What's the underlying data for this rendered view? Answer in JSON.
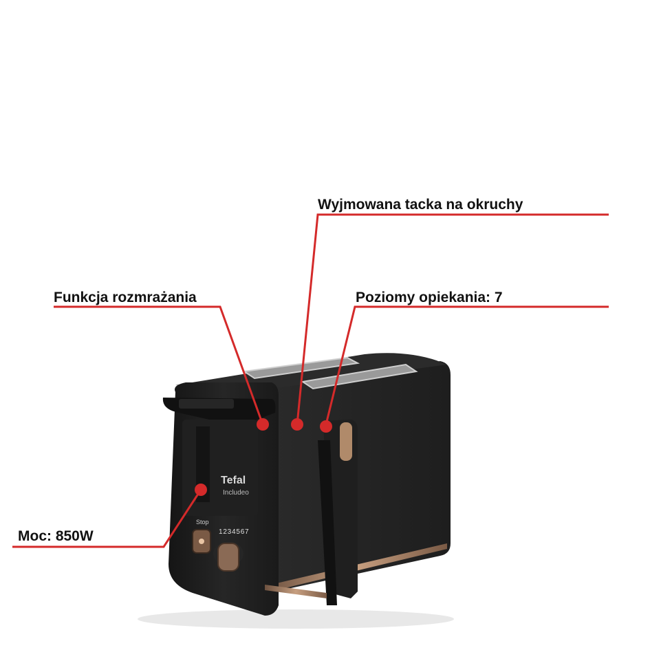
{
  "callouts": {
    "crumb_tray": "Wyjmowana tacka na okruchy",
    "defrost": "Funkcja rozmrażania",
    "browning_levels": "Poziomy opiekania: 7",
    "power": "Moc: 850W"
  },
  "device": {
    "brand": "Tefal",
    "model": "Includeo",
    "stop_label": "Stop",
    "dial_numbers": "1 2 3 4 5 6 7"
  },
  "colors": {
    "callout_line": "#d42a2a",
    "body": "#1c1c1c",
    "accent_copper": "#b08a6a"
  }
}
